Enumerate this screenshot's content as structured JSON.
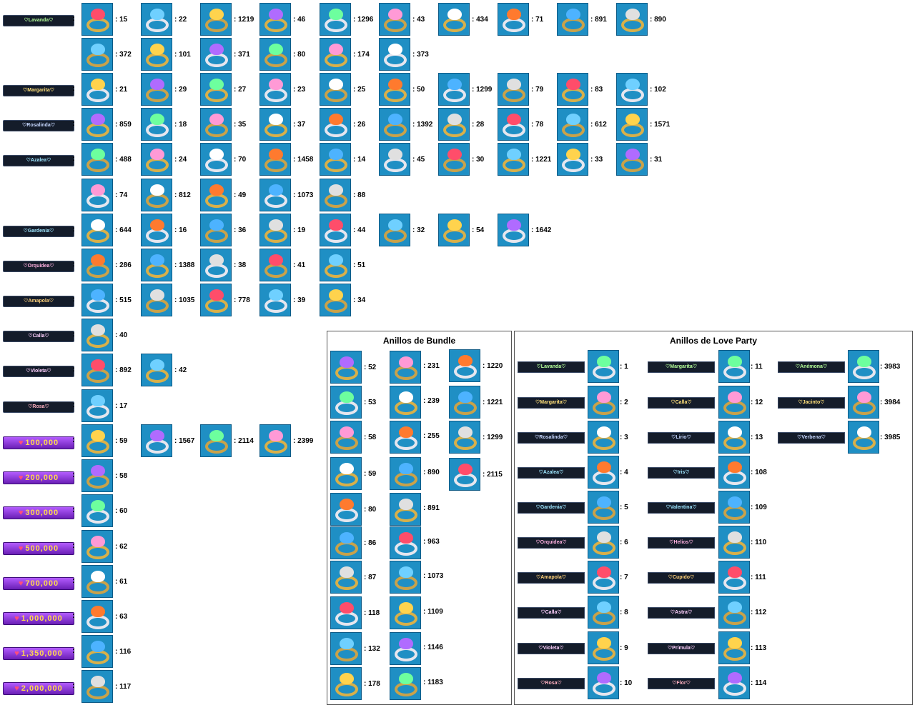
{
  "left_rows": [
    {
      "label": "♡Lavanda♡",
      "type": "title",
      "color": "#b5ff9a",
      "items": [
        [
          "ring-a",
          15
        ],
        [
          "skull",
          22
        ],
        [
          "bun",
          1219
        ],
        [
          "cake",
          46
        ],
        [
          "coffee",
          1296
        ],
        [
          "ring-b",
          43
        ],
        [
          "ring-red",
          434
        ],
        [
          "ring-c",
          71
        ],
        [
          "ring-d",
          891
        ],
        [
          "ring-e",
          890
        ]
      ]
    },
    {
      "label": "",
      "type": "none",
      "items": [
        [
          "bear",
          372
        ],
        [
          "star",
          101
        ],
        [
          "heart-o",
          371
        ],
        [
          "wing",
          80
        ],
        [
          "ring-f",
          174
        ],
        [
          "cat",
          373
        ]
      ]
    },
    {
      "label": "♡Margarita♡",
      "type": "title",
      "color": "#ffe07a",
      "items": [
        [
          "mickey",
          21
        ],
        [
          "ring-g",
          29
        ],
        [
          "flower",
          27
        ],
        [
          "ring-h",
          23
        ],
        [
          "ring-i",
          25
        ],
        [
          "heart-r",
          50
        ],
        [
          "ring-j",
          1299
        ],
        [
          "ring-k",
          79
        ],
        [
          "ring-l",
          83
        ],
        [
          "dolphin",
          102
        ]
      ]
    },
    {
      "label": "♡Rosalinda♡",
      "type": "title",
      "color": "#c7d8ff",
      "items": [
        [
          "infinity",
          859
        ],
        [
          "ring-m",
          18
        ],
        [
          "leaf",
          35
        ],
        [
          "elephant",
          37
        ],
        [
          "ring-n",
          26
        ],
        [
          "ring-o",
          1392
        ],
        [
          "clover",
          28
        ],
        [
          "toast",
          78
        ],
        [
          "ring-p",
          612
        ],
        [
          "guitar",
          1571
        ]
      ]
    },
    {
      "label": "♡Azalea♡",
      "type": "title",
      "color": "#9ee6ff",
      "items": [
        [
          "ring-q",
          488
        ],
        [
          "ring-r",
          24
        ],
        [
          "apple",
          70
        ],
        [
          "ring-s",
          1458
        ],
        [
          "chick",
          14
        ],
        [
          "panda",
          45
        ],
        [
          "mush",
          30
        ],
        [
          "ring-t",
          1221
        ],
        [
          "bunny",
          33
        ],
        [
          "frog",
          31
        ]
      ]
    },
    {
      "label": "",
      "type": "none",
      "items": [
        [
          "ring-u",
          74
        ],
        [
          "moon",
          812
        ],
        [
          "sheep",
          49
        ],
        [
          "ring-v",
          1073
        ],
        [
          "boat",
          88
        ]
      ]
    },
    {
      "label": "♡Gardenia♡",
      "type": "title",
      "color": "#9ee6ff",
      "items": [
        [
          "ring-w",
          644
        ],
        [
          "ring-x",
          16
        ],
        [
          "horse",
          36
        ],
        [
          "ring-y",
          19
        ],
        [
          "ring-z",
          44
        ],
        [
          "ring-aa",
          32
        ],
        [
          "crown",
          54
        ],
        [
          "watch",
          1642
        ]
      ]
    },
    {
      "label": "♡Orquidea♡",
      "type": "title",
      "color": "#ffb0e0",
      "items": [
        [
          "jade",
          286
        ],
        [
          "dolphin2",
          1388
        ],
        [
          "ring-bb",
          38
        ],
        [
          "snow",
          41
        ],
        [
          "heart-p",
          51
        ]
      ]
    },
    {
      "label": "♡Amapola♡",
      "type": "title",
      "color": "#ffd27a",
      "items": [
        [
          "cup",
          515
        ],
        [
          "house",
          1035
        ],
        [
          "ring-cc",
          778
        ],
        [
          "ring-dd",
          39
        ],
        [
          "orb",
          34
        ]
      ]
    },
    {
      "label": "♡Calla♡",
      "type": "title",
      "color": "#ffd0ff",
      "items": [
        [
          "pearl",
          40
        ]
      ]
    },
    {
      "label": "♡Violeta♡",
      "type": "title",
      "color": "#ffd0ff",
      "items": [
        [
          "ring-ee",
          892
        ],
        [
          "ring-ff",
          42
        ]
      ]
    },
    {
      "label": "♡Rosa♡",
      "type": "title",
      "color": "#ffb0c0",
      "items": [
        [
          "ring-gg",
          17
        ]
      ]
    },
    {
      "label": "100,000",
      "type": "purple",
      "items": [
        [
          "ring-hh",
          59
        ],
        [
          "ring-ii",
          1567
        ],
        [
          "ring-jj",
          2114
        ],
        [
          "bee",
          2399
        ]
      ]
    },
    {
      "label": "200,000",
      "type": "purple",
      "items": [
        [
          "ring-kk",
          58
        ]
      ]
    },
    {
      "label": "300,000",
      "type": "purple",
      "items": [
        [
          "ring-ll",
          60
        ]
      ]
    },
    {
      "label": "500,000",
      "type": "purple",
      "items": [
        [
          "ring-mm",
          62
        ]
      ]
    },
    {
      "label": "700,000",
      "type": "purple",
      "items": [
        [
          "ring-nn",
          61
        ]
      ]
    },
    {
      "label": "1,000,000",
      "type": "purple",
      "items": [
        [
          "ring-oo",
          63
        ]
      ]
    },
    {
      "label": "1,350,000",
      "type": "purple",
      "items": [
        [
          "ring-pp",
          116
        ]
      ]
    },
    {
      "label": "2,000,000",
      "type": "purple",
      "items": [
        [
          "ring-qq",
          117
        ]
      ]
    }
  ],
  "bundle": {
    "title": "Anillos de Bundle",
    "col1": [
      52,
      53,
      58,
      59,
      80,
      86,
      87,
      118,
      132,
      178
    ],
    "col2": [
      231,
      239,
      255,
      890,
      891,
      963,
      1073,
      1109,
      1146,
      1183
    ],
    "col3": [
      1220,
      1221,
      1299,
      2115
    ]
  },
  "love_party": {
    "title": "Anillos de Love Party",
    "col1": [
      {
        "label": "♡Lavanda♡",
        "n": 1
      },
      {
        "label": "♡Margarita♡",
        "n": 2
      },
      {
        "label": "♡Rosalinda♡",
        "n": 3
      },
      {
        "label": "♡Azalea♡",
        "n": 4
      },
      {
        "label": "♡Gardenia♡",
        "n": 5
      },
      {
        "label": "♡Orquidea♡",
        "n": 6
      },
      {
        "label": "♡Amapola♡",
        "n": 7
      },
      {
        "label": "♡Calla♡",
        "n": 8
      },
      {
        "label": "♡Violeta♡",
        "n": 9
      },
      {
        "label": "♡Rosa♡",
        "n": 10
      }
    ],
    "col2": [
      {
        "label": "♡Margarita♡",
        "n": 11
      },
      {
        "label": "♡Calla♡",
        "n": 12
      },
      {
        "label": "♡Lirio♡",
        "n": 13
      },
      {
        "label": "♡Iris♡",
        "n": 108
      },
      {
        "label": "♡Valentina♡",
        "n": 109
      },
      {
        "label": "♡Helios♡",
        "n": 110
      },
      {
        "label": "♡Cupido♡",
        "n": 111
      },
      {
        "label": "♡Astra♡",
        "n": 112
      },
      {
        "label": "♡Prímula♡",
        "n": 113
      },
      {
        "label": "♡Flor♡",
        "n": 114
      }
    ],
    "col3": [
      {
        "label": "♡Anémona♡",
        "n": 3983
      },
      {
        "label": "♡Jacinto♡",
        "n": 3984
      },
      {
        "label": "♡Verbena♡",
        "n": 3985
      }
    ]
  }
}
